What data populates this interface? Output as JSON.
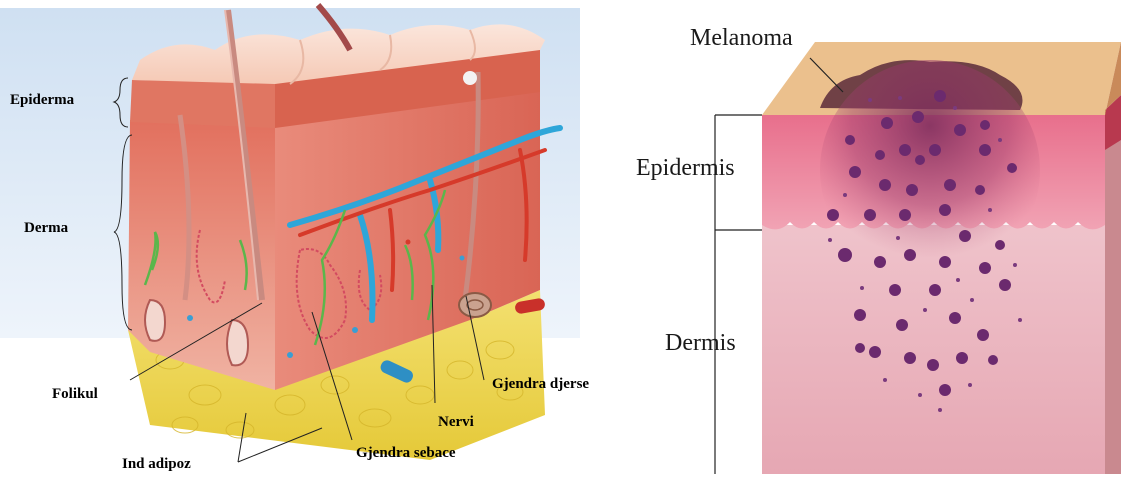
{
  "left_panel": {
    "labels": {
      "epiderma": "Epiderma",
      "derma": "Derma",
      "folikul": "Folikul",
      "nervi": "Nervi",
      "gjendra_djerse": "Gjendra djerse",
      "gjendra_sebace": "Gjendra sebace",
      "ind_adipoz": "Ind adipoz"
    }
  },
  "right_panel": {
    "labels": {
      "melanoma": "Melanoma",
      "epidermis": "Epidermis",
      "dermis": "Dermis"
    }
  },
  "colors": {
    "sky": "#dce9f6",
    "epidermis_top": "#f6c9b8",
    "dermis": "#e9897a",
    "fat": "#f1dc4a",
    "vein": "#2ea6d9",
    "artery": "#d63a2a",
    "nerve": "#5bb64b",
    "melanoma_cells": "#6b2a6e",
    "right_top": "#e9b98b",
    "right_epidermis": "#e56b86",
    "right_dermis": "#e8b3bd"
  }
}
